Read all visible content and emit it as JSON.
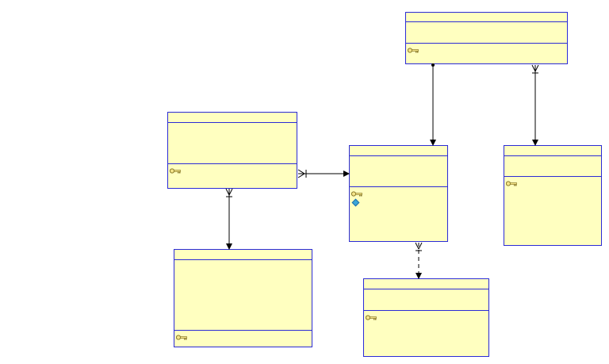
{
  "diagram": {
    "type": "entity-relationship",
    "entities": [
      {
        "id": "e1",
        "title": "",
        "sections": 3,
        "key_rows": 1,
        "index_rows": 0
      },
      {
        "id": "e2",
        "title": "",
        "sections": 3,
        "key_rows": 1,
        "index_rows": 0
      },
      {
        "id": "e3",
        "title": "",
        "sections": 3,
        "key_rows": 1,
        "index_rows": 1
      },
      {
        "id": "e4",
        "title": "",
        "sections": 3,
        "key_rows": 1,
        "index_rows": 0
      },
      {
        "id": "e5",
        "title": "",
        "sections": 3,
        "key_rows": 1,
        "index_rows": 0
      },
      {
        "id": "e6",
        "title": "",
        "sections": 3,
        "key_rows": 1,
        "index_rows": 0
      }
    ],
    "relationships": [
      {
        "from": "e1",
        "to": "e3",
        "from_end": "dot",
        "to_end": "arrow",
        "style": "solid"
      },
      {
        "from": "e1",
        "to": "e4",
        "from_end": "crowfoot",
        "to_end": "arrow",
        "style": "solid"
      },
      {
        "from": "e2",
        "to": "e3",
        "from_end": "crowfoot",
        "to_end": "arrow",
        "style": "solid"
      },
      {
        "from": "e2",
        "to": "e5",
        "from_end": "crowfoot",
        "to_end": "arrow",
        "style": "solid"
      },
      {
        "from": "e3",
        "to": "e6",
        "from_end": "crowfoot",
        "to_end": "arrow",
        "style": "dashed"
      }
    ],
    "colors": {
      "fill": "#ffffc0",
      "border": "#2b2bd6",
      "line": "#000000",
      "key": "#8a7a2a"
    }
  }
}
